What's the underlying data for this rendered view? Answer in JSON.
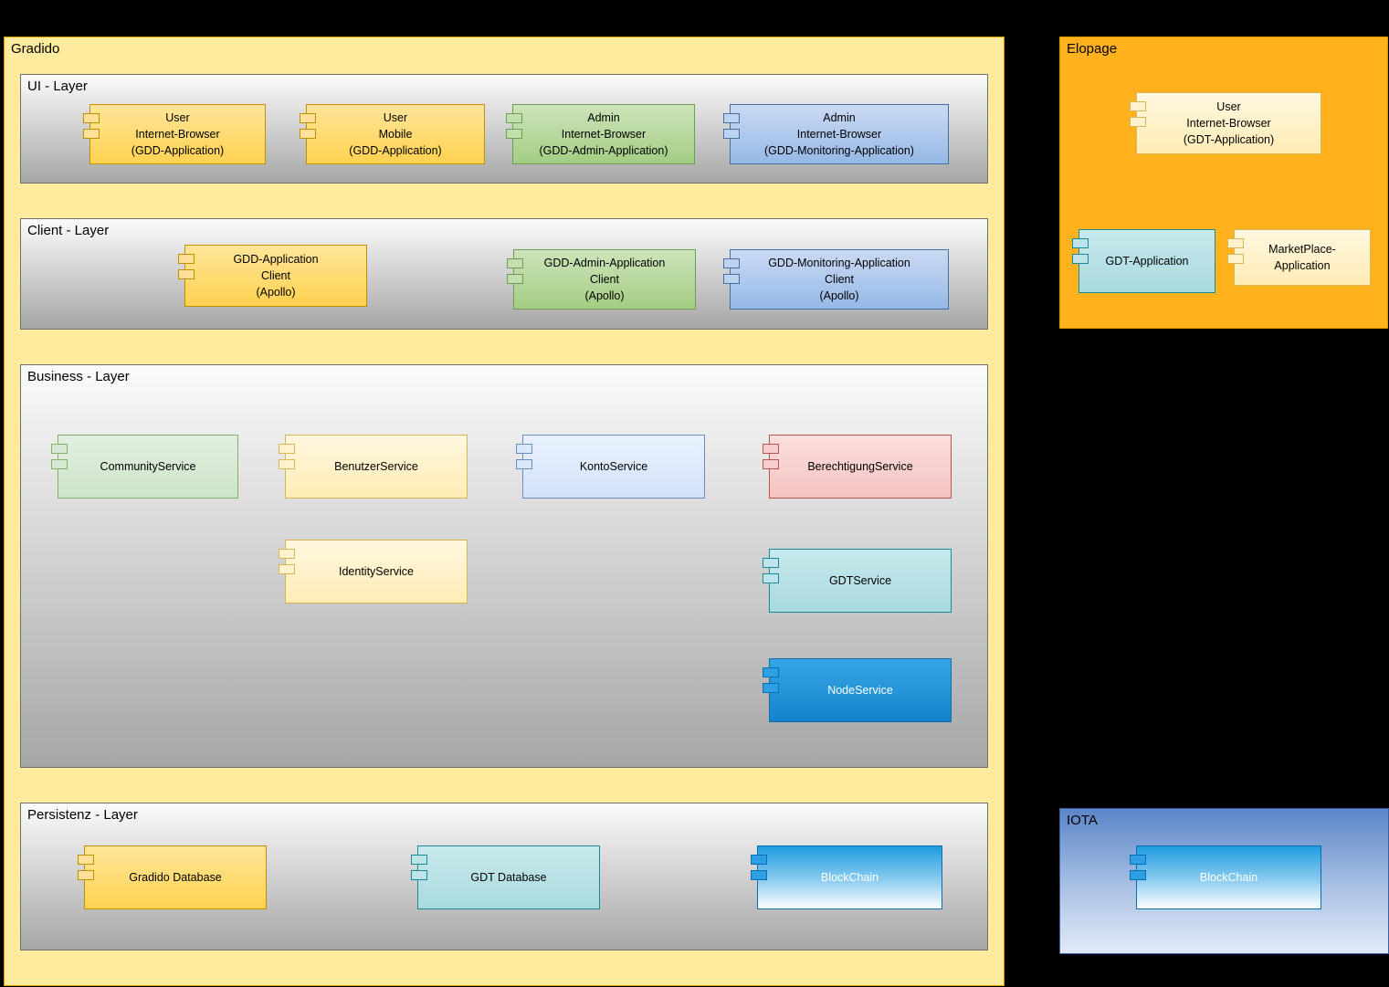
{
  "colors": {
    "background": "#000000",
    "gradido_fill": "#ffeb9e",
    "gradido_border": "#d79b00",
    "elopage_fill": "#ffb11e",
    "iota_fill_top": "#5b86c8",
    "layer_fill_top": "#fbfbfb",
    "layer_fill_bottom": "#a6a6a6",
    "gold": "#ffd24f",
    "cream": "#fff2cc",
    "green": "#a3cd83",
    "light_green": "#d5e8d4",
    "blue": "#95b8e6",
    "light_blue": "#dae8fc",
    "pink": "#f8cecc",
    "teal": "#b3e0e4",
    "bright_blue": "#1d9ae0"
  },
  "gradido": {
    "title": "Gradido",
    "ui_layer": {
      "title": "UI - Layer",
      "components": [
        {
          "label": "User\nInternet-Browser\n(GDD-Application)"
        },
        {
          "label": "User\nMobile\n(GDD-Application)"
        },
        {
          "label": "Admin\nInternet-Browser\n(GDD-Admin-Application)"
        },
        {
          "label": "Admin\nInternet-Browser\n(GDD-Monitoring-Application)"
        }
      ]
    },
    "client_layer": {
      "title": "Client - Layer",
      "components": [
        {
          "label": "GDD-Application\nClient\n(Apollo)"
        },
        {
          "label": "GDD-Admin-Application\nClient\n(Apollo)"
        },
        {
          "label": "GDD-Monitoring-Application\nClient\n(Apollo)"
        }
      ]
    },
    "business_layer": {
      "title": "Business - Layer",
      "components": [
        {
          "label": "CommunityService"
        },
        {
          "label": "BenutzerService"
        },
        {
          "label": "KontoService"
        },
        {
          "label": "BerechtigungService"
        },
        {
          "label": "IdentityService"
        },
        {
          "label": "GDTService"
        },
        {
          "label": "NodeService"
        }
      ]
    },
    "persistenz_layer": {
      "title": "Persistenz - Layer",
      "components": [
        {
          "label": "Gradido Database"
        },
        {
          "label": "GDT Database"
        },
        {
          "label": "BlockChain"
        }
      ]
    }
  },
  "elopage": {
    "title": "Elopage",
    "components": [
      {
        "label": "User\nInternet-Browser\n(GDT-Application)"
      },
      {
        "label": "GDT-Application"
      },
      {
        "label": "MarketPlace-\nApplication"
      }
    ]
  },
  "iota": {
    "title": "IOTA",
    "components": [
      {
        "label": "BlockChain"
      }
    ]
  }
}
